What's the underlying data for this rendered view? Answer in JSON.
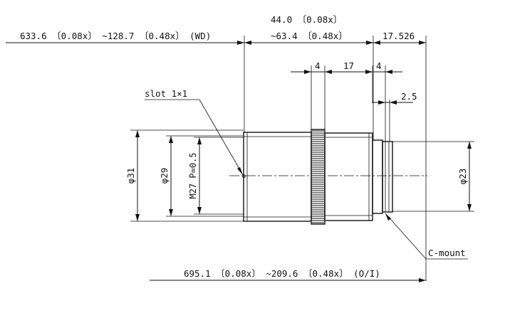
{
  "wd_label": "633.6 〔0.08x〕 ~128.7 〔0.48x〕 (WD)",
  "length_top": "44.0 〔0.08x〕",
  "length_bottom": "~63.4 〔0.48x〕",
  "flange_dim": "17.526",
  "dim_ring_front": "4",
  "dim_body": "17",
  "dim_ring_rear": "4",
  "dim_mount": "2.5",
  "slot_label": "slot 1×1",
  "dia_31": "φ31",
  "dia_29": "φ29",
  "thread": "M27 P=0.5",
  "dia_23": "φ23",
  "cmount_label": "C-mount",
  "oi_label": "695.1 〔0.08x〕 ~209.6 〔0.48x〕 (O/I)"
}
